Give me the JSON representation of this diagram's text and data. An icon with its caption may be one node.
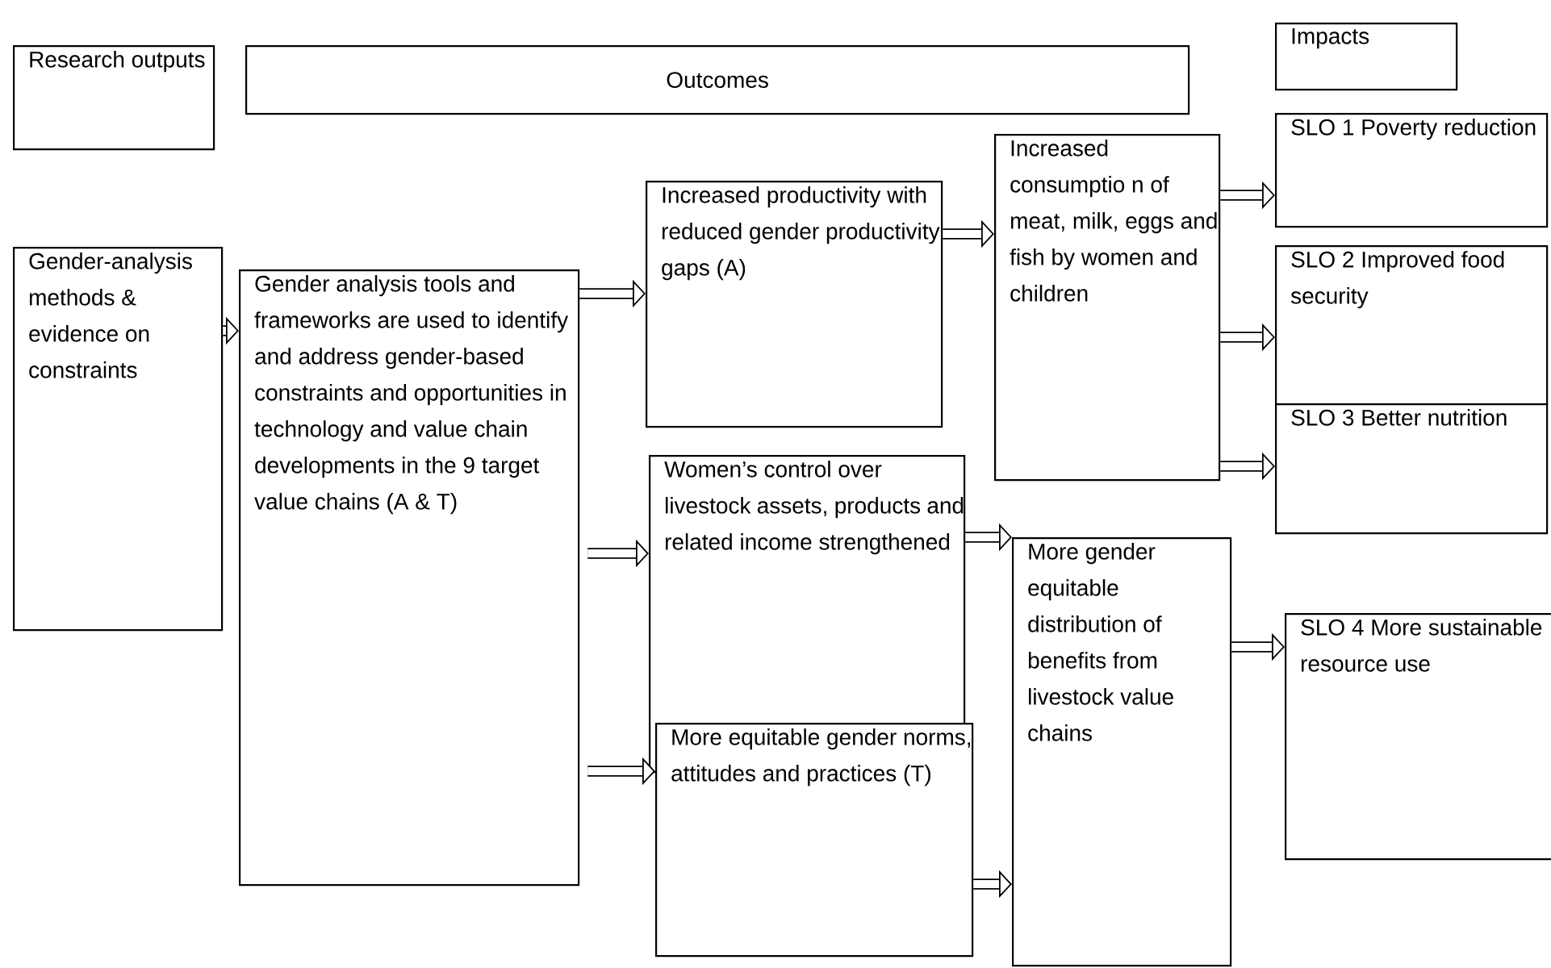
{
  "diagram": {
    "nodes": [
      {
        "text": [
          "Research outputs"
        ]
      },
      {
        "text": [
          "Outcomes"
        ]
      },
      {
        "text": [
          "Impacts"
        ]
      },
      {
        "text": [
          "Gender-analysis methods & evidence on constraints"
        ]
      },
      {
        "text": [
          "Gender analysis tools and frameworks are used to identify and address gender-based constraints and opportunities in technology and value chain developments in the 9 target value chains (A & T)"
        ]
      },
      {
        "text": [
          "Increased productivity with reduced gender productivity gaps (A)"
        ]
      },
      {
        "text": [
          "Increased consumptio n of meat, milk, eggs and fish by women and children"
        ]
      },
      {
        "text": [
          "SLO 1 Poverty reduction"
        ]
      },
      {
        "text": [
          "SLO 2 Improved food security"
        ]
      },
      {
        "text": [
          "SLO 3 Better nutrition"
        ]
      },
      {
        "text": [
          "Women’s control over livestock assets, products and related income strengthened"
        ]
      },
      {
        "text": [
          "More equitable gender norms, attitudes and practices  (T)"
        ]
      },
      {
        "text": [
          "More gender equitable distribution of benefits from livestock value chains"
        ]
      },
      {
        "text": [
          "SLO 4 More sustainable resource use"
        ]
      }
    ],
    "edges": [
      {
        "from": 3,
        "to": 4,
        "arrow": "to"
      },
      {
        "from": 4,
        "to": 5,
        "arrow": "to"
      },
      {
        "from": 4,
        "to": 10,
        "arrow": "to"
      },
      {
        "from": 4,
        "to": 11,
        "arrow": "to"
      },
      {
        "from": 5,
        "to": 6,
        "arrow": "to"
      },
      {
        "from": 6,
        "to": 7,
        "arrow": "to"
      },
      {
        "from": 6,
        "to": 8,
        "arrow": "to"
      },
      {
        "from": 6,
        "to": 9,
        "arrow": "to"
      },
      {
        "from": 10,
        "to": 12,
        "arrow": "to"
      },
      {
        "from": 11,
        "to": 12,
        "arrow": "to"
      },
      {
        "from": 12,
        "to": 13,
        "arrow": "to"
      }
    ]
  }
}
